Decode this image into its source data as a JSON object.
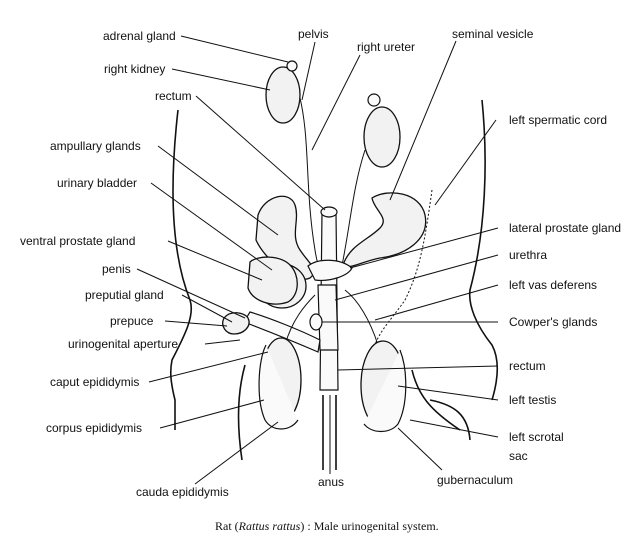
{
  "caption": {
    "prefix": "Rat (",
    "species": "Rattus rattus",
    "suffix": ") : Male urinogenital system."
  },
  "labels": {
    "adrenal_gland": "adrenal gland",
    "right_kidney": "right kidney",
    "pelvis": "pelvis",
    "right_ureter": "right ureter",
    "seminal_vesicle": "seminal vesicle",
    "rectum_top": "rectum",
    "left_spermatic_cord": "left spermatic cord",
    "ampullary_glands": "ampullary glands",
    "urinary_bladder": "urinary bladder",
    "lateral_prostate_gland": "lateral prostate gland",
    "ventral_prostate_gland": "ventral prostate gland",
    "urethra": "urethra",
    "penis": "penis",
    "left_vas_deferens": "left vas deferens",
    "preputial_gland": "preputial gland",
    "prepuce": "prepuce",
    "cowpers_glands": "Cowper's glands",
    "urinogenital_aperture": "urinogenital aperture",
    "rectum_bottom": "rectum",
    "caput_epididymis": "caput epididymis",
    "left_testis": "left testis",
    "corpus_epididymis": "corpus epididymis",
    "left_scrotal": "left scrotal",
    "sac": "sac",
    "anus": "anus",
    "gubernaculum": "gubernaculum",
    "cauda_epididymis": "cauda epididymis"
  }
}
